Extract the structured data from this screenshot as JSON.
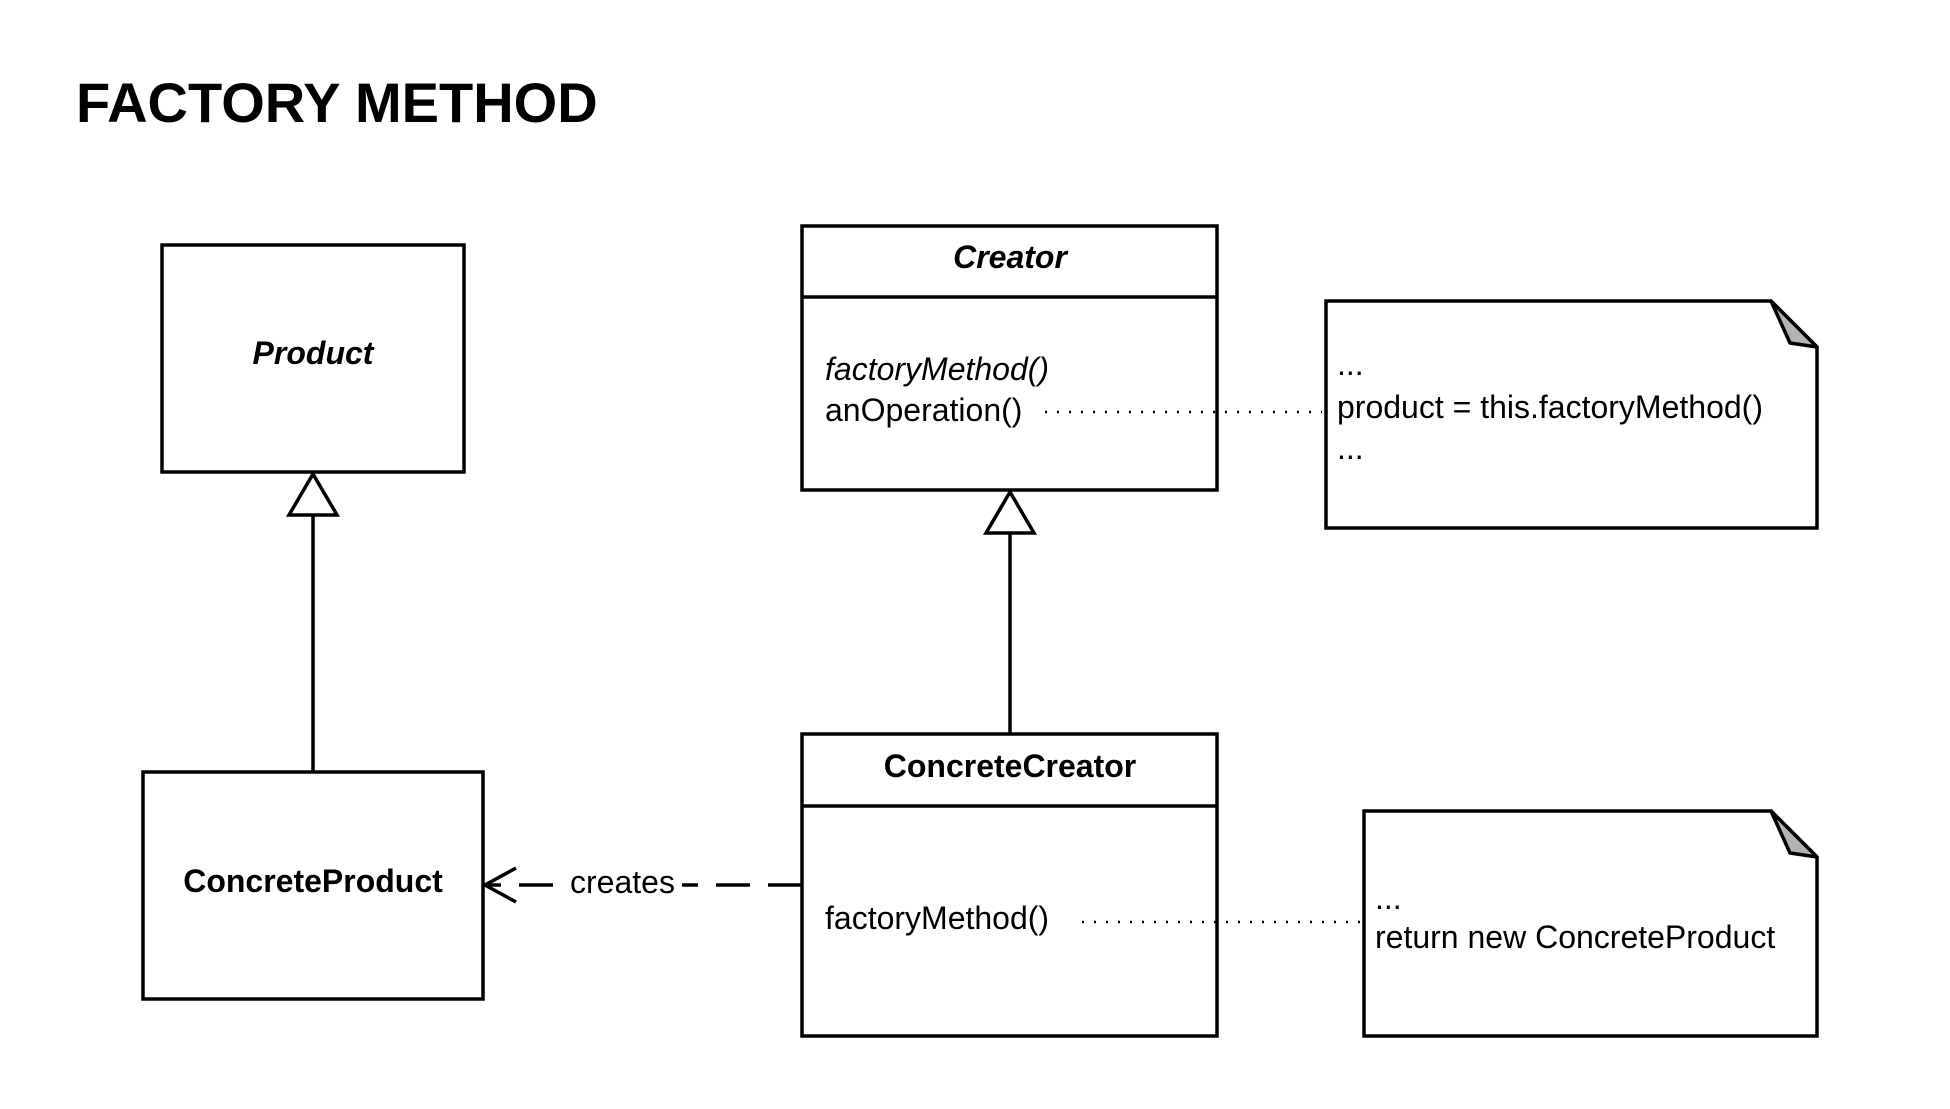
{
  "title": "FACTORY METHOD",
  "classes": {
    "product": {
      "name": "Product",
      "abstract": true
    },
    "concrete_product": {
      "name": "ConcreteProduct",
      "abstract": false
    },
    "creator": {
      "name": "Creator",
      "abstract": true,
      "methods": [
        "factoryMethod()",
        "anOperation()"
      ]
    },
    "concrete_creator": {
      "name": "ConcreteCreator",
      "abstract": false,
      "methods": [
        "factoryMethod()"
      ]
    }
  },
  "notes": {
    "creator_note": {
      "lines": [
        "...",
        "product = this.factoryMethod()",
        "..."
      ]
    },
    "concrete_creator_note": {
      "lines": [
        "...",
        "return new ConcreteProduct"
      ]
    }
  },
  "relations": {
    "creates_label": "creates"
  }
}
